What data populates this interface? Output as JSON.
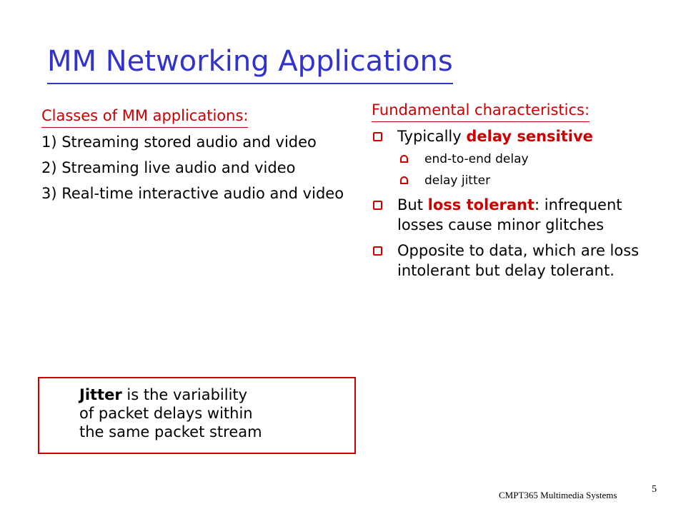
{
  "slide": {
    "title": "MM Networking Applications",
    "left": {
      "heading": "Classes of MM applications:",
      "items": [
        "1) Streaming stored audio and video",
        "2) Streaming live audio and video",
        "3) Real-time interactive audio and video"
      ]
    },
    "right": {
      "heading": "Fundamental characteristics:",
      "bullet1": {
        "prefix": "Typically ",
        "emphasis": "delay sensitive",
        "subitems": [
          "end-to-end delay",
          "delay jitter"
        ]
      },
      "bullet2": {
        "prefix": "But ",
        "emphasis": "loss tolerant",
        "suffix": ": infrequent losses cause minor glitches"
      },
      "bullet3": {
        "text": "Opposite to data, which are loss intolerant but delay tolerant."
      }
    },
    "jitter_box": {
      "term": "Jitter",
      "line1_rest": " is the variability",
      "line2": "of packet delays within",
      "line3": "the same packet stream"
    },
    "footer": "CMPT365 Multimedia Systems",
    "page_number": "5"
  },
  "colors": {
    "title": "#3333cc",
    "accent": "#cc0000",
    "text": "#000000"
  }
}
